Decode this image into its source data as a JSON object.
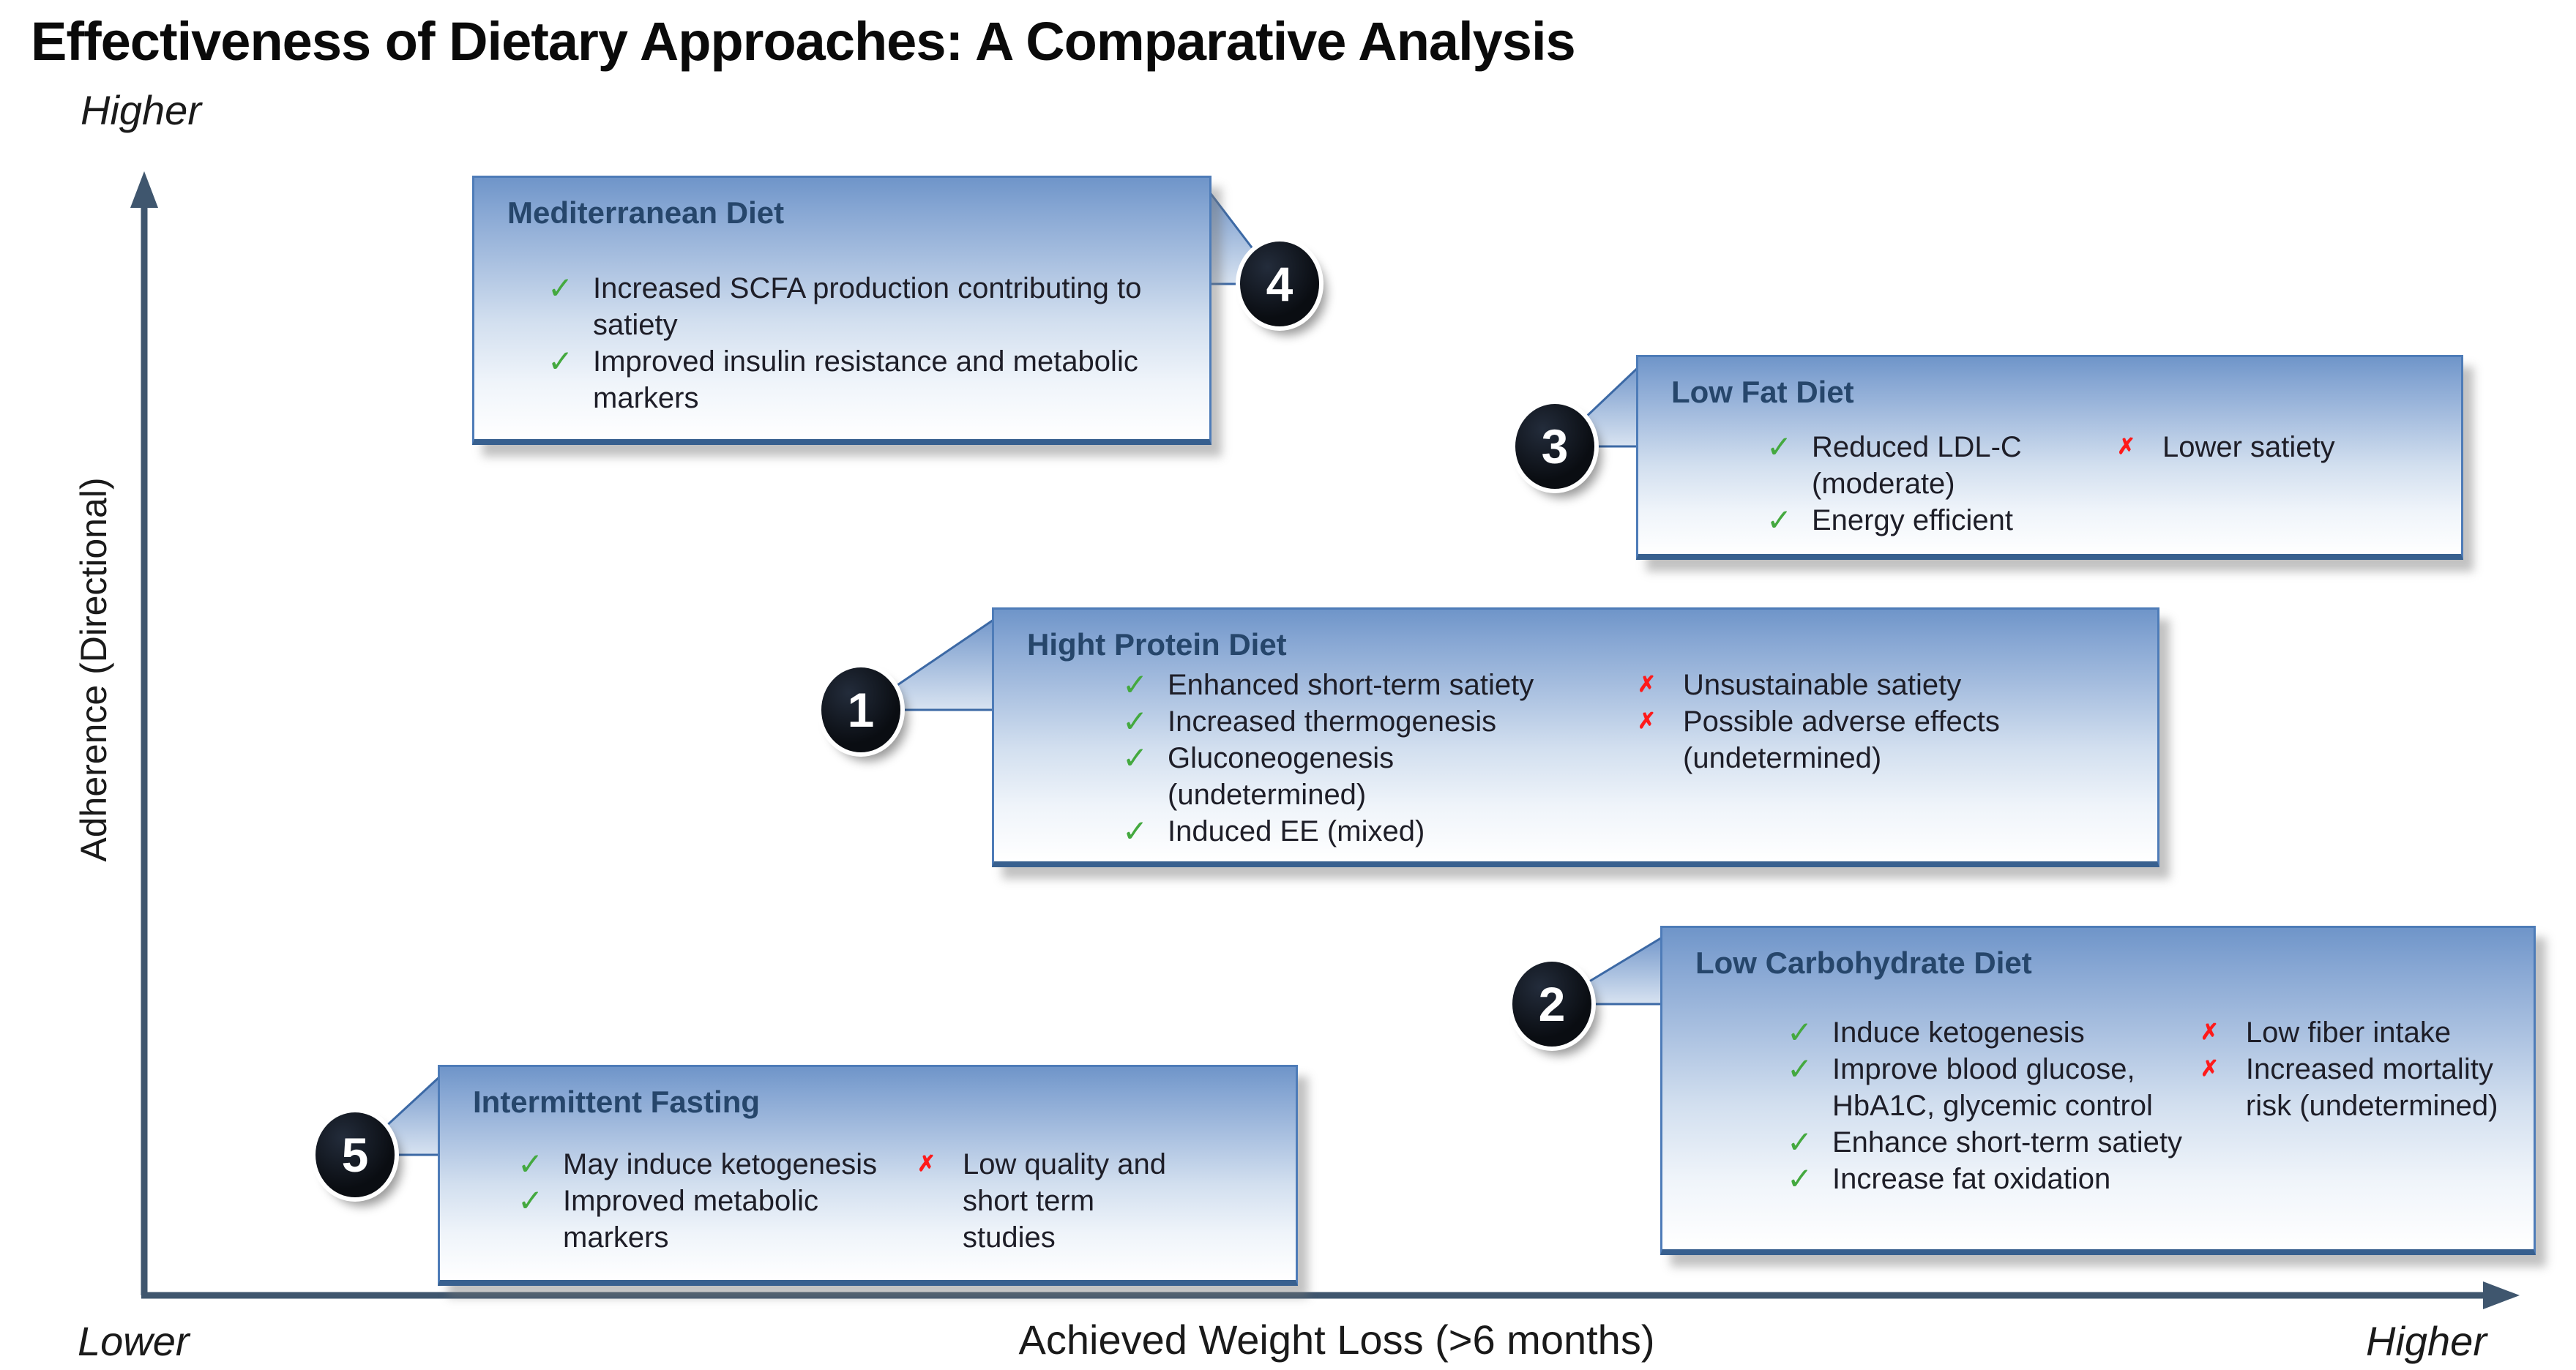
{
  "title": "Effectiveness of Dietary Approaches: A Comparative Analysis",
  "axes": {
    "y_title": "Adherence (Directional)",
    "y_high_label": "Higher",
    "x_low_label": "Lower",
    "x_title": "Achieved Weight Loss (>6 months)",
    "x_high_label": "Higher"
  },
  "icons": {
    "check": "✓",
    "cross": "✗"
  },
  "colors": {
    "axis": "#3f566e",
    "box_border": "#4e7cb8",
    "box_border_bottom": "#38608f",
    "box_gradient_top": "#6f95c9",
    "box_title_navy": "#26466b",
    "check_green": "#44a93f",
    "cross_red": "#ff1a1a",
    "badge_black": "#0a0d12"
  },
  "boxes": [
    {
      "number": "1",
      "title": "Hight Protein Diet",
      "pros": [
        "Enhanced short-term satiety",
        "Increased thermogenesis",
        "Gluconeogenesis (undetermined)",
        "Induced EE (mixed)"
      ],
      "cons": [
        "Unsustainable satiety",
        "Possible adverse effects (undetermined)"
      ]
    },
    {
      "number": "2",
      "title": "Low Carbohydrate Diet",
      "pros": [
        "Induce ketogenesis",
        "Improve blood glucose, HbA1C, glycemic control",
        "Enhance short-term satiety",
        "Increase fat oxidation"
      ],
      "cons": [
        "Low fiber intake",
        "Increased mortality risk (undetermined)"
      ]
    },
    {
      "number": "3",
      "title": "Low Fat Diet",
      "pros": [
        "Reduced LDL-C (moderate)",
        "Energy efficient"
      ],
      "cons": [
        "Lower satiety"
      ]
    },
    {
      "number": "4",
      "title": "Mediterranean Diet",
      "pros": [
        "Increased SCFA production contributing to satiety",
        "Improved insulin resistance and metabolic markers"
      ],
      "cons": []
    },
    {
      "number": "5",
      "title": "Intermittent Fasting",
      "pros": [
        "May induce ketogenesis",
        "Improved metabolic markers"
      ],
      "cons": [
        "Low quality and short term studies"
      ]
    }
  ]
}
